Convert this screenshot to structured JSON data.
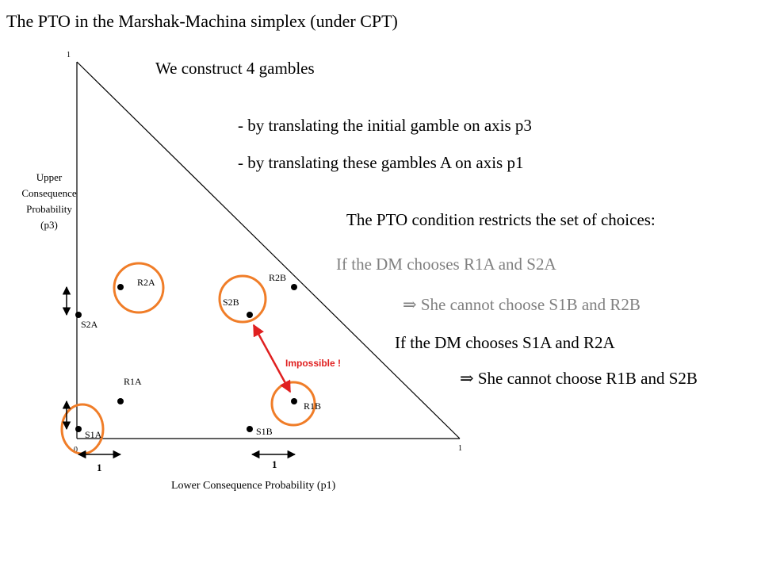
{
  "title": "The PTO in the Marshak-Machina simplex (under CPT)",
  "intro": "We construct 4 gambles",
  "bullet1": "- by translating the initial gamble on axis p3",
  "bullet2": "- by translating these gambles A on axis p1",
  "condition": "The PTO condition restricts the set of choices:",
  "case1": "If the DM chooses R1A and S2A",
  "case1_result": "She cannot choose S1B and R2B",
  "case2": "If the DM chooses S1A and R2A",
  "case2_result": "She cannot choose R1B and S2B",
  "implies_symbol": "⇒",
  "y_axis": {
    "line1": "Upper",
    "line2": "Consequence",
    "line3": "Probability",
    "line4": "(p3)",
    "top_tick": "1"
  },
  "x_axis": {
    "label": "Lower Consequence Probability  (p1)",
    "origin": "0",
    "right_tick": "1"
  },
  "gambles": {
    "R2A": "R2A",
    "S2A": "S2A",
    "R1A": "R1A",
    "S1A": "S1A",
    "R2B": "R2B",
    "S2B": "S2B",
    "R1B": "R1B",
    "S1B": "S1B"
  },
  "impossible": "Impossible !",
  "shift_left": "1",
  "shift_mid": "1",
  "colors": {
    "circle": "#f07d28",
    "impossible_arrow": "#e02020",
    "gray_text": "#808080"
  }
}
